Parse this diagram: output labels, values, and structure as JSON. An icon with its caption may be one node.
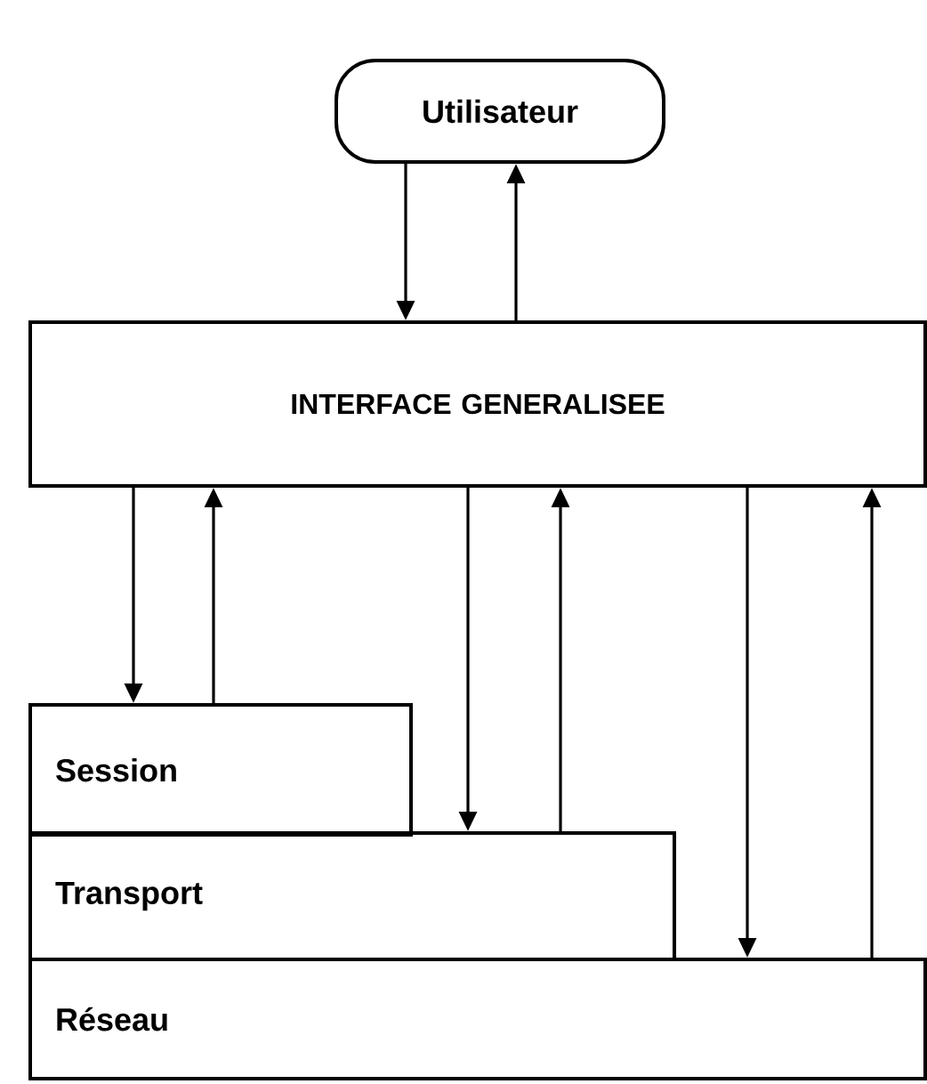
{
  "diagram": {
    "nodes": [
      {
        "text": [
          "Utilisateur"
        ]
      },
      {
        "text": [
          "INTERFACE GENERALISEE"
        ]
      },
      {
        "text": [
          "Session"
        ]
      },
      {
        "text": [
          "Transport"
        ]
      },
      {
        "text": [
          "Réseau"
        ]
      }
    ],
    "edges": [
      {
        "from": 0,
        "to": 1,
        "arrow": "to"
      },
      {
        "from": 1,
        "to": 0,
        "arrow": "to"
      },
      {
        "from": 1,
        "to": 2,
        "arrow": "to"
      },
      {
        "from": 2,
        "to": 1,
        "arrow": "to"
      },
      {
        "from": 1,
        "to": 3,
        "arrow": "to"
      },
      {
        "from": 3,
        "to": 1,
        "arrow": "to"
      },
      {
        "from": 1,
        "to": 4,
        "arrow": "to"
      },
      {
        "from": 4,
        "to": 1,
        "arrow": "to"
      }
    ]
  }
}
